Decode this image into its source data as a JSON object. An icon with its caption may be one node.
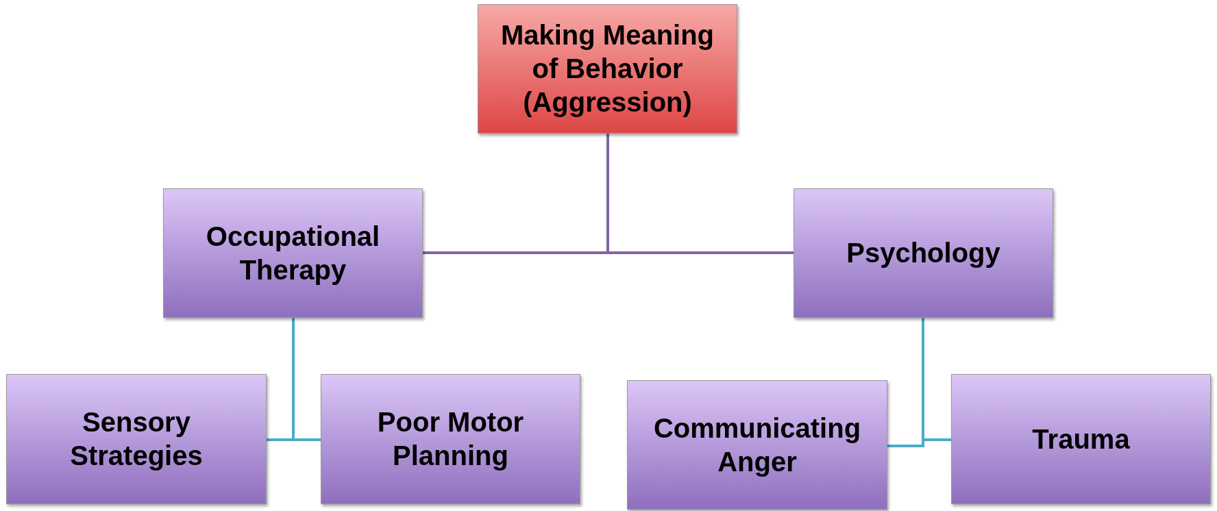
{
  "diagram": {
    "nodes": [
      {
        "text": [
          "Making Meaning of Behavior (Aggression)"
        ]
      },
      {
        "text": [
          "Occupational Therapy"
        ]
      },
      {
        "text": [
          "Psychology"
        ]
      },
      {
        "text": [
          "Sensory Strategies"
        ]
      },
      {
        "text": [
          "Poor Motor Planning"
        ]
      },
      {
        "text": [
          "Communicating Anger"
        ]
      },
      {
        "text": [
          "Trauma"
        ]
      }
    ],
    "edges": [
      {
        "from": 0,
        "to": 1,
        "arrow": "none",
        "color": "#8064a2"
      },
      {
        "from": 0,
        "to": 2,
        "arrow": "none",
        "color": "#8064a2"
      },
      {
        "from": 1,
        "to": 3,
        "arrow": "none"
      },
      {
        "from": 1,
        "to": 4,
        "arrow": "none"
      },
      {
        "from": 2,
        "to": 5,
        "arrow": "none"
      },
      {
        "from": 2,
        "to": 6,
        "arrow": "none"
      }
    ]
  }
}
